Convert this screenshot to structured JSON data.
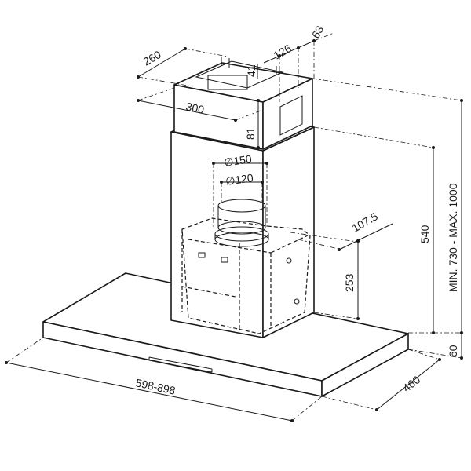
{
  "dimensions": {
    "chimney_depth": "260",
    "chimney_width": "300",
    "top_offset_1": "126",
    "top_offset_2": "63",
    "top_small": "41",
    "chimney_cover_height": "81",
    "duct_outer": "∅150",
    "duct_inner": "∅120",
    "motor_offset": "107.5",
    "motor_height": "253",
    "hood_height": "540",
    "total_height_range": "MIN. 730 - MAX. 1000",
    "canopy_thickness": "60",
    "canopy_width": "598-898",
    "canopy_depth": "460"
  }
}
